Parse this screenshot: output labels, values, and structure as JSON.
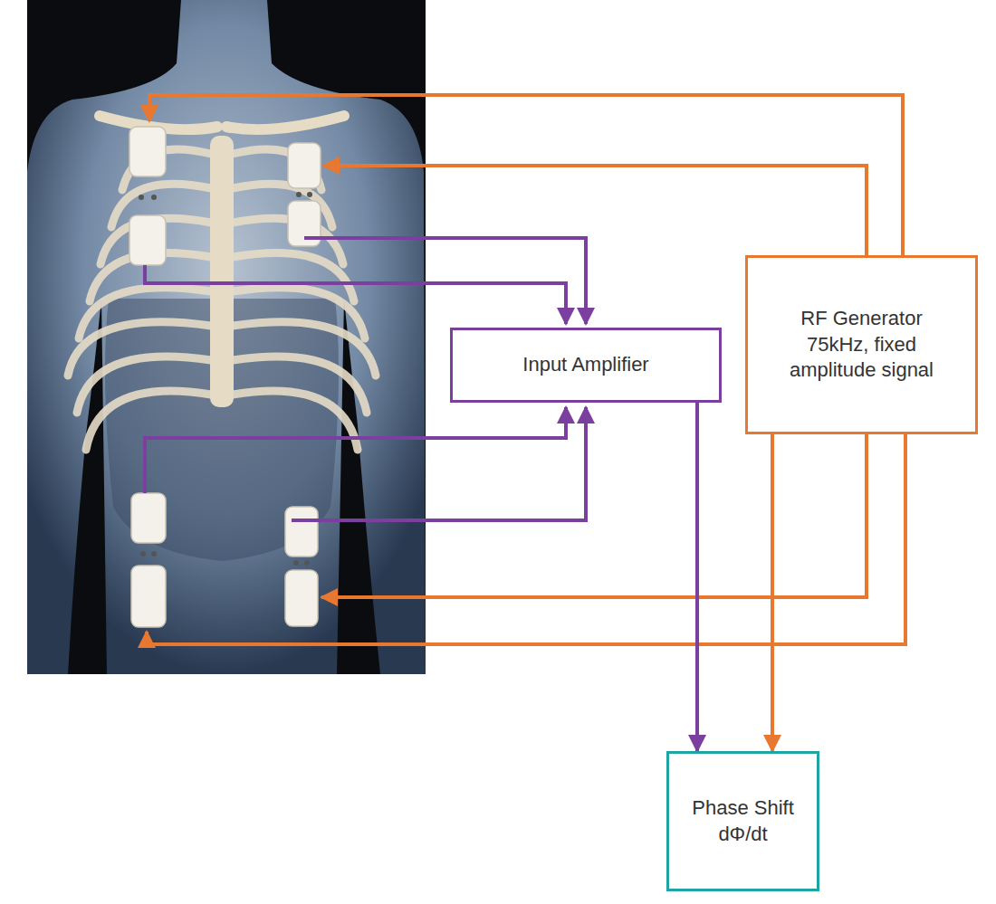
{
  "diagram": {
    "nodes": [
      {
        "text": [
          "Input Amplifier"
        ]
      },
      {
        "text": [
          "RF Generator 75kHz, fixed amplitude signal"
        ]
      },
      {
        "text": [
          "Phase Shift dΦ/dt"
        ]
      }
    ],
    "edges": [
      {
        "from": 0,
        "to": 2,
        "arrow": "to"
      },
      {
        "from": 1,
        "to": 2,
        "arrow": "to"
      }
    ]
  }
}
